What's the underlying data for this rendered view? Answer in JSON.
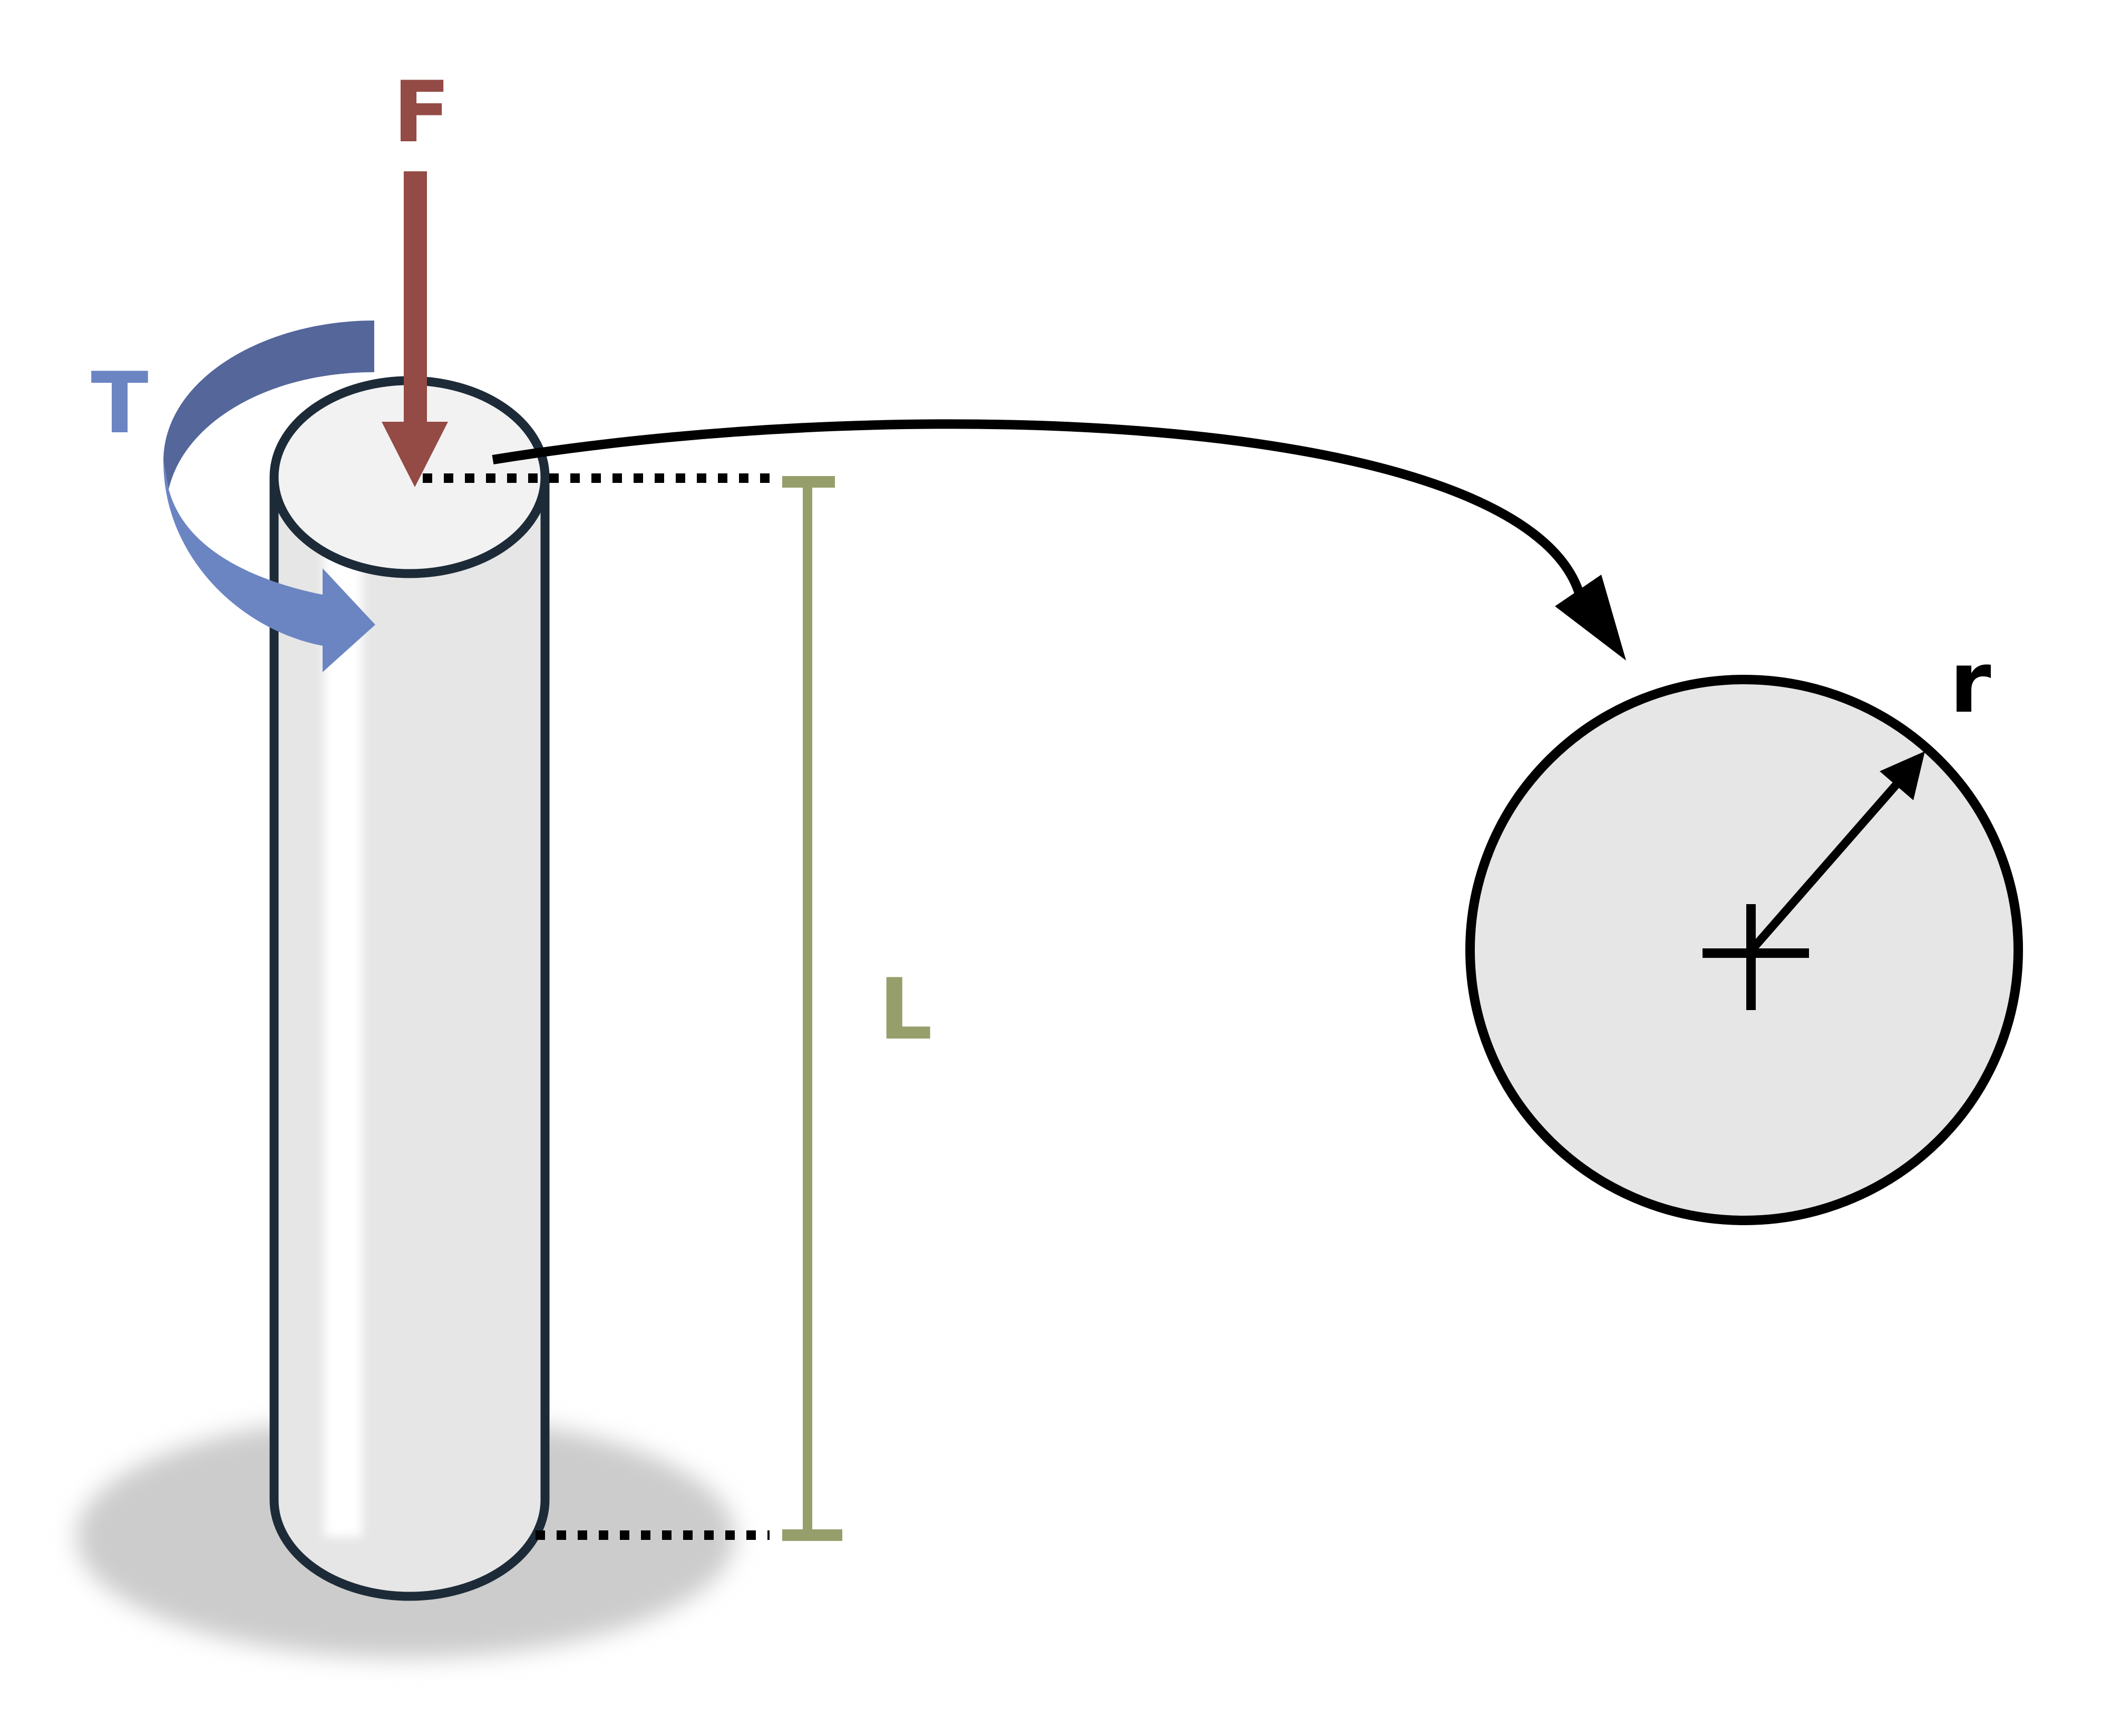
{
  "labels": {
    "force": "F",
    "torque": "T",
    "length": "L",
    "radius": "r"
  },
  "colors": {
    "force": "#944a45",
    "torque_light": "#6b85c2",
    "torque_dark": "#54669a",
    "length": "#969f6b",
    "outline": "#1d2b38",
    "section_fill": "#e6e6e6",
    "cylinder_top": "#f2f2f2",
    "shadow": "#cccccc",
    "ink": "#000000"
  }
}
